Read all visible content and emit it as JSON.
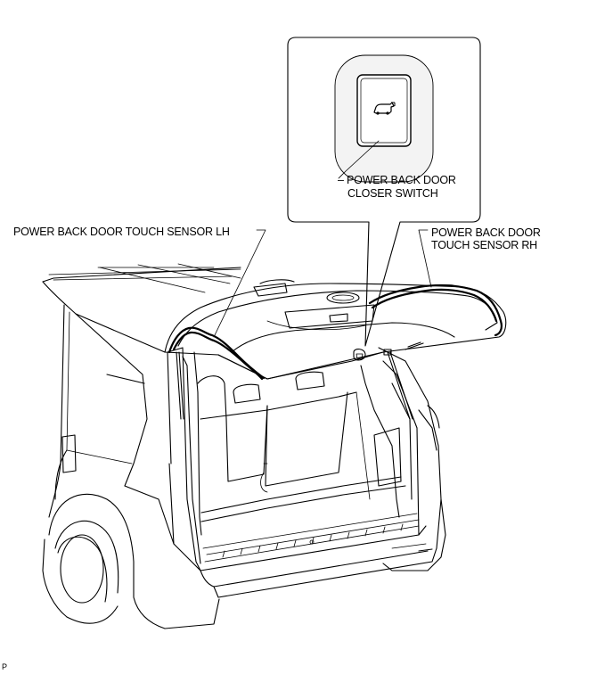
{
  "labels": {
    "closer_switch_line1": "POWER BACK DOOR",
    "closer_switch_line2": "CLOSER SWITCH",
    "touch_sensor_lh": "POWER BACK DOOR TOUCH SENSOR LH",
    "touch_sensor_rh_line1": "POWER BACK DOOR",
    "touch_sensor_rh_line2": "TOUCH SENSOR RH",
    "figure_code": "P"
  },
  "icons": {
    "switch_symbol": "vehicle-back-door-icon"
  }
}
